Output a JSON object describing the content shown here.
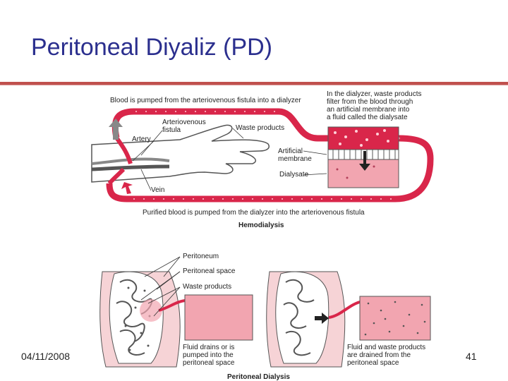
{
  "slide": {
    "title": "Peritoneal Diyaliz (PD)",
    "date": "04/11/2008",
    "page_number": "41"
  },
  "hemodialysis": {
    "top_caption": "Blood is pumped from the arteriovenous fistula into a dialyzer",
    "dialyzer_note": [
      "In the dialyzer, waste products",
      "filter from the blood through",
      "an artificial membrane into",
      "a fluid called the dialysate"
    ],
    "fistula_label": [
      "Arteriovenous",
      "fistula"
    ],
    "artery_label": "Artery",
    "vein_label": "Vein",
    "waste_label": "Waste products",
    "membrane_label": [
      "Artificial",
      "membrane"
    ],
    "dialysate_label": "Dialysate",
    "bottom_caption": "Purified blood is pumped from the dialyzer into the arteriovenous fistula",
    "heading": "Hemodialysis"
  },
  "peritoneal": {
    "peritoneum_label": "Peritoneum",
    "space_label": "Peritoneal space",
    "waste_label": "Waste products",
    "fill_caption": [
      "Fluid drains or is",
      "pumped into the",
      "peritoneal space"
    ],
    "drain_caption": [
      "Fluid and waste products",
      "are drained from the",
      "peritoneal space"
    ],
    "heading": "Peritoneal Dialysis"
  },
  "colors": {
    "title": "#2b2f8e",
    "rule": "#c0504d",
    "blood": "#d9264a",
    "dialysate": "#f2a5b0",
    "skin": "#f6d3d6"
  }
}
